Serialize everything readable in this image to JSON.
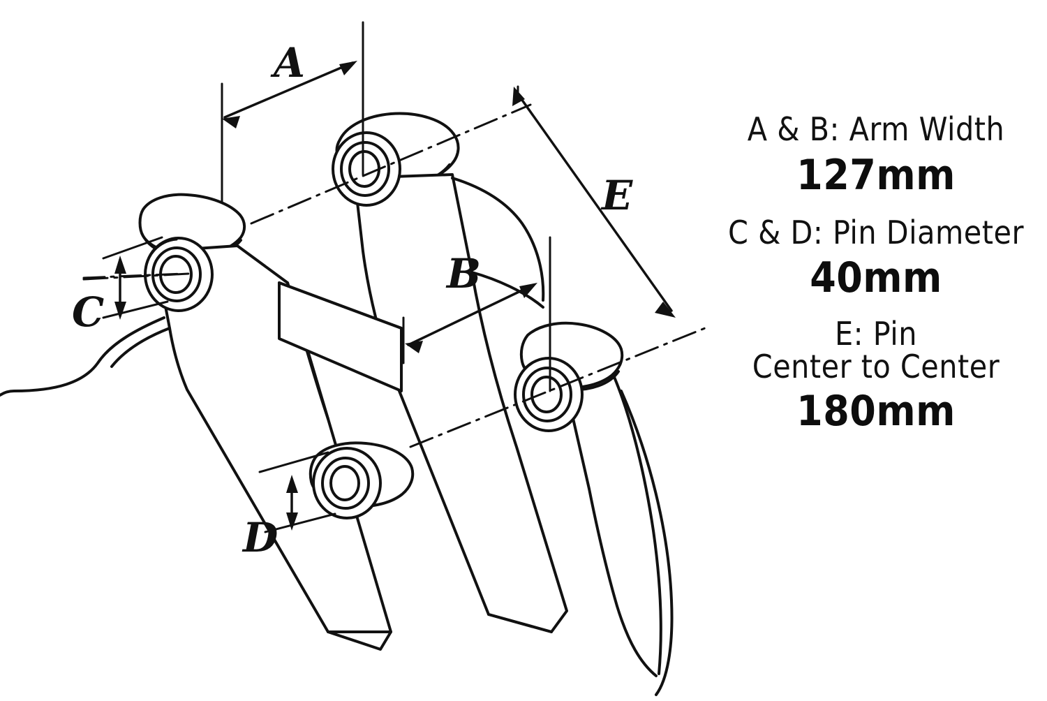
{
  "diagram": {
    "title": "Excavator bucket coupler pin dimension diagram",
    "type": "technical-line-drawing",
    "dimension_callouts": [
      {
        "id": "A",
        "label": "A",
        "meaning": "Arm Width"
      },
      {
        "id": "B",
        "label": "B",
        "meaning": "Arm Width"
      },
      {
        "id": "C",
        "label": "C",
        "meaning": "Pin Diameter"
      },
      {
        "id": "D",
        "label": "D",
        "meaning": "Pin Diameter"
      },
      {
        "id": "E",
        "label": "E",
        "meaning": "Pin Center to Center"
      }
    ],
    "line_color": "#111111",
    "fill_color": "#ffffff"
  },
  "legend": {
    "entries": [
      {
        "label": "A & B: Arm Width",
        "value": "127mm"
      },
      {
        "label": "C & D: Pin Diameter",
        "value": "40mm"
      },
      {
        "label_line1": "E: Pin",
        "label_line2": "Center to Center",
        "value": "180mm"
      }
    ]
  }
}
